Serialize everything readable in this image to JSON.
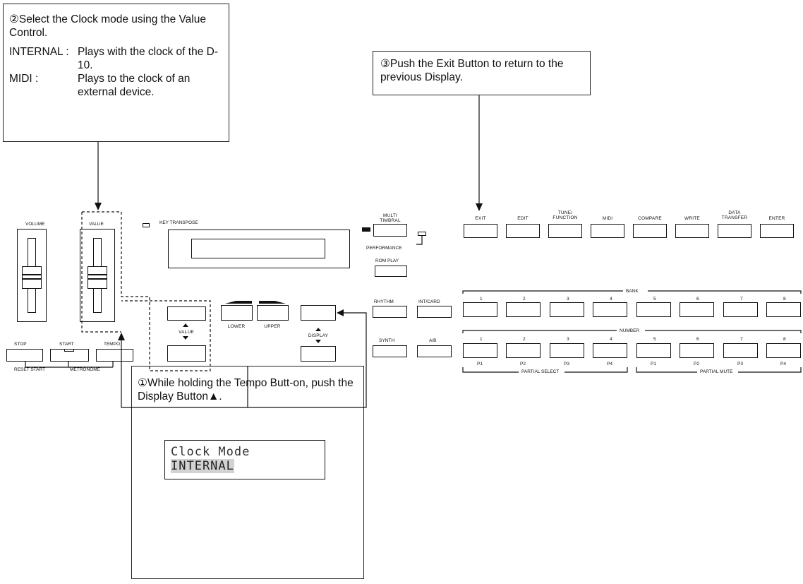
{
  "callouts": {
    "step2": {
      "heading": "②Select the Clock mode using the Value Control.",
      "rows": [
        {
          "term": "INTERNAL :",
          "desc": "Plays with the clock of the D-10."
        },
        {
          "term": "MIDI :",
          "desc": "Plays to the clock of an external device."
        }
      ]
    },
    "step3": {
      "text": "③Push the Exit Button to return to the previous Display."
    },
    "step1": {
      "text": "①While holding the Tempo Butt-on, push the Display Button▲."
    }
  },
  "lcd": {
    "line1": "Clock Mode",
    "line2": "INTERNAL"
  },
  "panel": {
    "volume": "VOLUME",
    "value": "VALUE",
    "key_transpose": "KEY TRANSPOSE",
    "multi_timbral": "MULTI TIMBRAL",
    "performance": "PERFORMANCE",
    "rom_play": "ROM PLAY",
    "lower": "LOWER",
    "upper": "UPPER",
    "value_updown": "VALUE",
    "display_updown": "DISPLAY",
    "stop": "STOP",
    "start": "START",
    "tempo": "TEMPO",
    "reset_start": "RESET START",
    "metronome": "METRONOME",
    "rhythm": "RHYTHM",
    "int_card": "INT/CARD",
    "synth": "SYNTH",
    "a_b": "A/B",
    "bank": "BANK",
    "number": "NUMBER",
    "partial_select": "PARTIAL SELECT",
    "partial_mute": "PARTIAL MUTE",
    "top_buttons": [
      "EXIT",
      "EDIT",
      "TUNE/ FUNCTION",
      "MIDI",
      "COMPARE",
      "WRITE",
      "DATA TRANSFER",
      "ENTER"
    ],
    "bank_numbers": [
      "1",
      "2",
      "3",
      "4",
      "5",
      "6",
      "7",
      "8"
    ],
    "number_numbers": [
      "1",
      "2",
      "3",
      "4",
      "5",
      "6",
      "7",
      "8"
    ],
    "partial_labels": [
      "P1",
      "P2",
      "P3",
      "P4",
      "P1",
      "P2",
      "P3",
      "P4"
    ]
  }
}
